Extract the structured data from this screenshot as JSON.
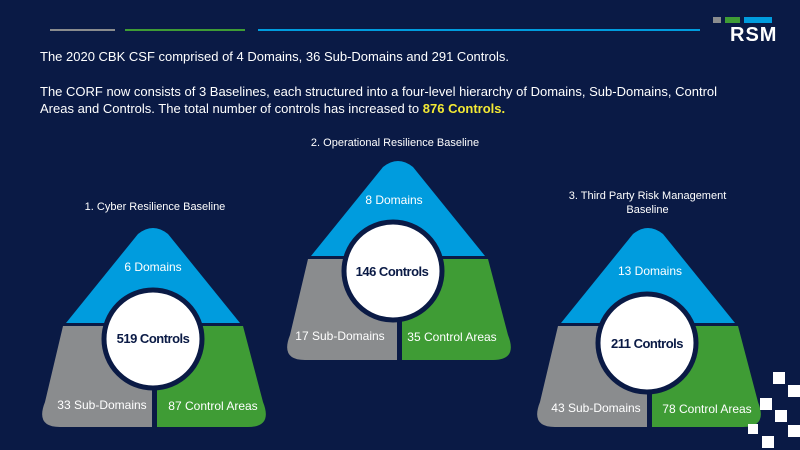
{
  "logo": {
    "text": "RSM",
    "bar_colors": [
      "#3f9c35",
      "#009cde"
    ]
  },
  "intro": {
    "line1": "The 2020 CBK CSF comprised of 4 Domains, 36 Sub-Domains and 291 Controls.",
    "line2": "The CORF now consists of 3 Baselines, each structured into a four-level hierarchy of Domains, Sub-Domains, Control Areas and Controls. The total number of controls has increased to",
    "highlight": "876 Controls."
  },
  "colors": {
    "background": "#0a1a45",
    "domains": "#009cde",
    "sub_domains": "#8a8c8e",
    "control_areas": "#3f9c35",
    "highlight": "#f3e934"
  },
  "baselines": [
    {
      "title": "1. Cyber Resilience Baseline",
      "domains": "6 Domains",
      "sub_domains": "33 Sub-Domains",
      "control_areas": "87 Control Areas",
      "controls": "519 Controls"
    },
    {
      "title": "2. Operational Resilience Baseline",
      "domains": "8 Domains",
      "sub_domains": "17 Sub-Domains",
      "control_areas": "35 Control Areas",
      "controls": "146 Controls"
    },
    {
      "title": "3. Third Party Risk Management Baseline",
      "domains": "13 Domains",
      "sub_domains": "43 Sub-Domains",
      "control_areas": "78 Control Areas",
      "controls": "211 Controls"
    }
  ]
}
